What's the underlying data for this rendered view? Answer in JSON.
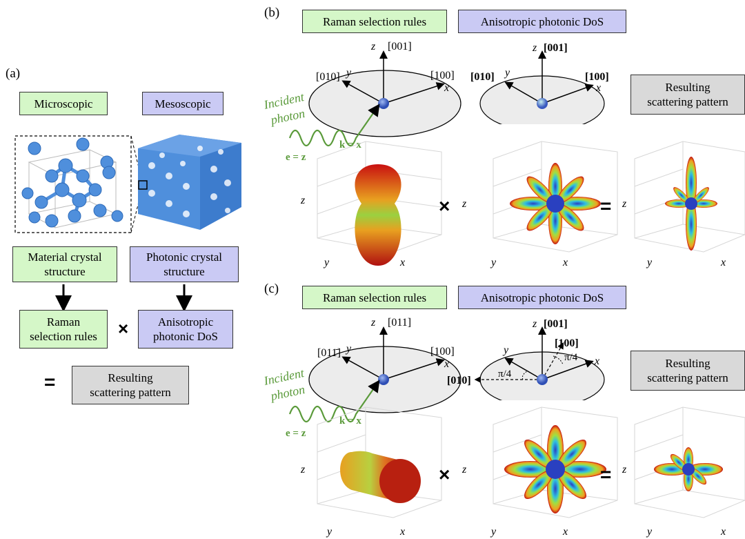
{
  "panel_a": {
    "label": "(a)",
    "microscopic": "Microscopic",
    "mesoscopic": "Mesoscopic",
    "material_crystal_l1": "Material crystal",
    "material_crystal_l2": "structure",
    "photonic_crystal_l1": "Photonic crystal",
    "photonic_crystal_l2": "structure",
    "raman_l1": "Raman",
    "raman_l2": "selection rules",
    "aniso_l1": "Anisotropic",
    "aniso_l2": "photonic DoS",
    "times": "×",
    "equals": "=",
    "result_l1": "Resulting",
    "result_l2": "scattering pattern"
  },
  "panel_b": {
    "label": "(b)",
    "raman_title": "Raman selection rules",
    "aniso_title": "Anisotropic photonic DoS",
    "result_l1": "Resulting",
    "result_l2": "scattering pattern",
    "left_axes": {
      "z": "z",
      "z_dir": "[001]",
      "y": "y",
      "y_dir": "[010]",
      "x": "x",
      "x_dir": "[100]"
    },
    "right_axes": {
      "z": "z",
      "z_dir": "[001]",
      "y": "y",
      "y_dir": "[010]",
      "x": "x",
      "x_dir": "[100]"
    },
    "incident_l1": "Incident",
    "incident_l2": "photon",
    "ei": "e = z",
    "ki": "k = x",
    "times": "×",
    "equals": "=",
    "plot_z": "z",
    "plot_y": "y",
    "plot_x": "x"
  },
  "panel_c": {
    "label": "(c)",
    "raman_title": "Raman selection rules",
    "aniso_title": "Anisotropic photonic DoS",
    "result_l1": "Resulting",
    "result_l2": "scattering pattern",
    "left_axes": {
      "z": "z",
      "z_dir": "[011]",
      "y": "y",
      "y_dir": "[011̄]",
      "x": "x",
      "x_dir": "[100]"
    },
    "right_axes": {
      "z": "z",
      "z_dir": "[001]",
      "y": "y",
      "y_dir": "[010]",
      "x": "x",
      "x_dir": "[100]",
      "angle1": "π/4",
      "angle2": "π/4"
    },
    "incident_l1": "Incident",
    "incident_l2": "photon",
    "ei": "e = z",
    "ki": "k = x",
    "times": "×",
    "equals": "=",
    "plot_z": "z",
    "plot_y": "y",
    "plot_x": "x"
  },
  "colors": {
    "green_box": "#d5f7c8",
    "purple_box": "#cacaf4",
    "grey_box": "#d9d9d9",
    "photon_green": "#5a9a3a",
    "crystal_blue": "#4f8fdc"
  }
}
